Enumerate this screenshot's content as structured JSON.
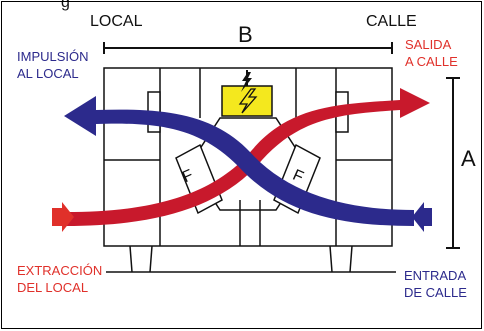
{
  "labels": {
    "top_cut": "g",
    "local": "LOCAL",
    "calle": "CALLE",
    "dim_b": "B",
    "dim_a": "A",
    "impulsion": [
      "IMPULSIÓN",
      "AL LOCAL"
    ],
    "salida": [
      "SALIDA",
      "A CALLE"
    ],
    "extraccion": [
      "EXTRACCIÓN",
      "DEL LOCAL"
    ],
    "entrada": [
      "ENTRADA",
      "DE CALLE"
    ],
    "filter_left": "F",
    "filter_right": "F"
  },
  "colors": {
    "supply_blue": "#2c2a8c",
    "exhaust_red": "#c8192c",
    "outline": "#111111",
    "fan_box": "#f4e81e",
    "label_red": "#e0302a",
    "label_blue": "#2c2a8c"
  },
  "icons": {
    "fan": "lightning-bolt-icon"
  }
}
